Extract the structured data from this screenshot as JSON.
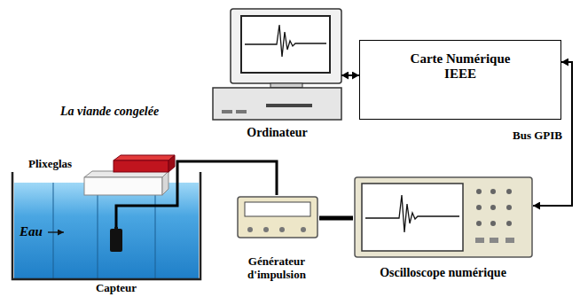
{
  "diagram": {
    "nodes": [
      {
        "text": [
          "Ordinateur"
        ]
      },
      {
        "text": [
          "Carte Numérique IEEE"
        ]
      },
      {
        "text": [
          "Générateur d'impulsion"
        ]
      },
      {
        "text": [
          "Oscilloscope numérique"
        ]
      },
      {
        "text": [
          "Capteur"
        ]
      }
    ],
    "edges": [
      {
        "from": 0,
        "to": 1,
        "arrow": "both"
      },
      {
        "from": 1,
        "to": 3,
        "arrow": "both",
        "label": "Bus GPIB"
      },
      {
        "from": 2,
        "to": 3,
        "arrow": "none"
      },
      {
        "from": 4,
        "to": 2,
        "arrow": "none"
      }
    ],
    "labels": [
      "La viande congelée",
      "Plixeglas",
      "Eau"
    ]
  }
}
